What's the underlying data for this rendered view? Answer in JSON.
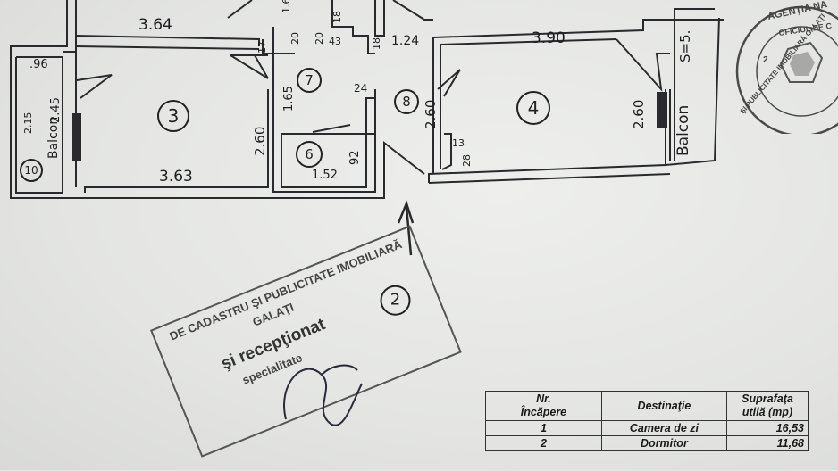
{
  "plan": {
    "dims": {
      "d364": "3.64",
      "d363": "3.63",
      "d390": "3.90",
      "d124": "1.24",
      "d260a": "2.60",
      "d260b": "2.60",
      "d260c": "2.60",
      "d165": "1.65",
      "d152": "1.52",
      "d92": "92",
      "d24": "24",
      "d96": ".96",
      "d245": "2.45",
      "d215": "2.15",
      "d17": "17",
      "d20a": "20",
      "d20b": "20",
      "d43": "43",
      "d18a": "18",
      "d18b": "18",
      "d13": "13",
      "d28": "28",
      "d16": "1.6"
    },
    "rooms": {
      "r3": "3",
      "r4": "4",
      "r6": "6",
      "r7": "7",
      "r8": "8",
      "r10": "10"
    },
    "balcon_left": "Balcon",
    "balcon_right": "Balcon",
    "area_right": "S=5.",
    "colors": {
      "ink": "#1e1e22",
      "stamp": "#555555"
    }
  },
  "stamp_rect": {
    "line1": "DE CADASTRU ŞI PUBLICITATE IMOBILIARĂ",
    "line2": "GALAŢI",
    "line3": "şi recepţionat",
    "line4": "specialitate",
    "number": "2"
  },
  "stamp_round": {
    "top_text": "AGENŢIA NA",
    "line2": "OFICIUL DE C",
    "arc_text": "ŞI PUBLICITATE IMOBILIARĂ GALAŢI",
    "number": "2"
  },
  "table": {
    "headers": {
      "nr": "Nr.\nÎncăpere",
      "dest": "Destinaţie",
      "supr": "Suprafaţa\nutilă (mp)"
    },
    "rows": [
      {
        "nr": "1",
        "dest": "Camera de zi",
        "supr": "16,53"
      },
      {
        "nr": "2",
        "dest": "Dormitor",
        "supr": "11,68"
      }
    ]
  }
}
